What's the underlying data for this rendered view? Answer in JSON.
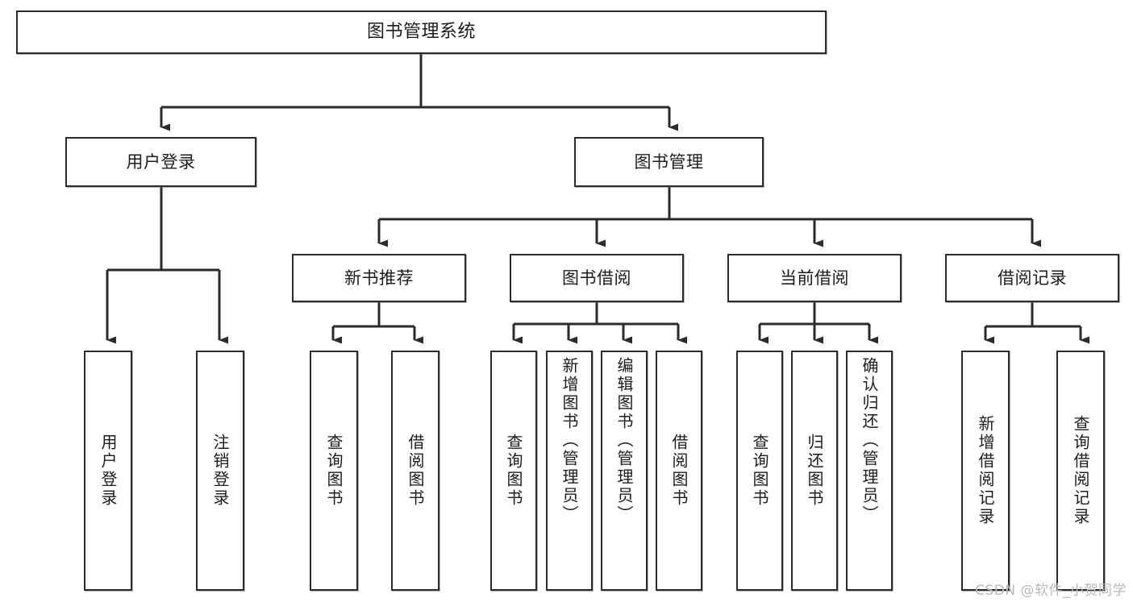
{
  "diagram": {
    "title": "图书管理系统",
    "type": "tree-hierarchy",
    "watermark": "CSDN @软件_小贺同学",
    "colors": {
      "box_border": "#2b2b2b",
      "box_fill": "#ffffff",
      "connector": "#2b2b2b",
      "text": "#1c1c1c",
      "watermark": "#b9b9b9"
    }
  },
  "nodes": {
    "root": {
      "label": "图书管理系统"
    },
    "level2": [
      {
        "label": "用户登录"
      },
      {
        "label": "图书管理"
      }
    ],
    "level3": [
      {
        "label": "新书推荐"
      },
      {
        "label": "图书借阅"
      },
      {
        "label": "当前借阅"
      },
      {
        "label": "借阅记录"
      }
    ],
    "leaves": {
      "user_login": [
        {
          "label": "用户登录"
        },
        {
          "label": "注销登录"
        }
      ],
      "new_book_recommend": [
        {
          "label": "查询图书"
        },
        {
          "label": "借阅图书"
        }
      ],
      "book_borrow": [
        {
          "label": "查询图书"
        },
        {
          "label": "新增图书（管理员）"
        },
        {
          "label": "编辑图书（管理员）"
        },
        {
          "label": "借阅图书"
        }
      ],
      "current_borrow": [
        {
          "label": "查询图书"
        },
        {
          "label": "归还图书"
        },
        {
          "label": "确认归还（管理员）"
        }
      ],
      "borrow_records": [
        {
          "label": "新增借阅记录"
        },
        {
          "label": "查询借阅记录"
        }
      ]
    }
  }
}
